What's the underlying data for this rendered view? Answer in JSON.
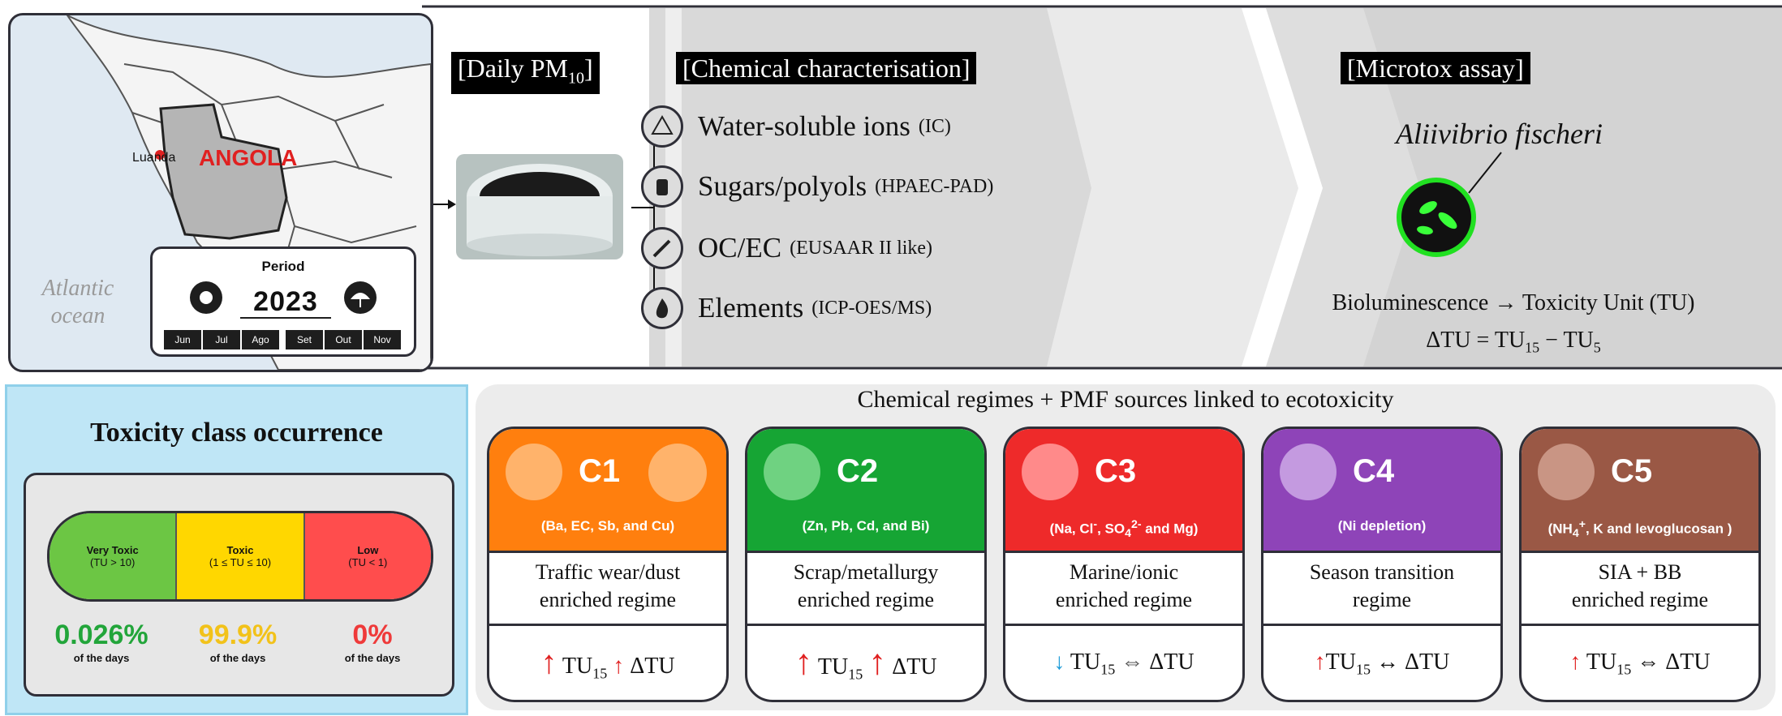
{
  "map": {
    "country": "ANGOLA",
    "city": "Luanda",
    "ocean": "Atlantic ocean",
    "period_title": "Period",
    "year": "2023",
    "months": [
      "Jun",
      "Jul",
      "Ago",
      "Set",
      "Out",
      "Nov"
    ]
  },
  "sampling": {
    "label": "[Daily PM10]"
  },
  "chemical": {
    "label": "[Chemical characterisation]",
    "items": [
      {
        "name": "Water-soluble ions",
        "method": "(IC)",
        "icon": "ion-icon"
      },
      {
        "name": "Sugars/polyols",
        "method": "(HPAEC-PAD)",
        "icon": "sugar-jar-icon"
      },
      {
        "name": "OC/EC",
        "method": "(EUSAAR II like)",
        "icon": "dropper-icon"
      },
      {
        "name": "Elements",
        "method": "(ICP-OES/MS)",
        "icon": "flame-icon"
      }
    ]
  },
  "microtox": {
    "label": "[Microtox assay]",
    "organism": "Aliivibrio fischeri",
    "line1": "Bioluminescence → Toxicity Unit (TU)",
    "line2": "ΔTU = TU15 − TU5"
  },
  "toxicity": {
    "title": "Toxicity class occurrence",
    "classes": [
      {
        "name": "Very Toxic",
        "range": "(TU > 10)",
        "percent": "0.026%",
        "days": "of the days",
        "color": "#6cc644",
        "text_color": "#22a53a"
      },
      {
        "name": "Toxic",
        "range": "(1 ≤ TU ≤ 10)",
        "percent": "99.9%",
        "days": "of the days",
        "color": "#ffd700",
        "text_color": "#f2c21a"
      },
      {
        "name": "Low",
        "range": "(TU < 1)",
        "percent": "0%",
        "days": "of the days",
        "color": "#ff4d4d",
        "text_color": "#ef3a3a"
      }
    ]
  },
  "regimes": {
    "title": "Chemical regimes + PMF sources linked to ecotoxicity",
    "cards": [
      {
        "code": "C1",
        "tracers": "(Ba, EC, Sb, and Cu)",
        "regime_l1": "Traffic wear/dust",
        "regime_l2": "enriched regime",
        "tu15": "up",
        "dtu": "up",
        "color": "#ff7f0e"
      },
      {
        "code": "C2",
        "tracers": "(Zn, Pb, Cd, and Bi)",
        "regime_l1": "Scrap/metallurgy",
        "regime_l2": "enriched regime",
        "tu15": "up",
        "dtu": "up",
        "color": "#16a534"
      },
      {
        "code": "C3",
        "tracers": "(Na, Cl-, SO42- and Mg)",
        "regime_l1": "Marine/ionic",
        "regime_l2": "enriched regime",
        "tu15": "down",
        "dtu": "flat",
        "color": "#ee2a2a"
      },
      {
        "code": "C4",
        "tracers": "(Ni depletion)",
        "regime_l1": "Season transition",
        "regime_l2": "regime",
        "tu15": "up",
        "dtu": "flat",
        "color": "#8e44b8"
      },
      {
        "code": "C5",
        "tracers": "(NH4+, K and levoglucosan )",
        "regime_l1": "SIA + BB",
        "regime_l2": "enriched regime",
        "tu15": "up",
        "dtu": "flat",
        "color": "#9a5845"
      }
    ],
    "tu15_label": "TU15",
    "dtu_label": "ΔTU"
  }
}
